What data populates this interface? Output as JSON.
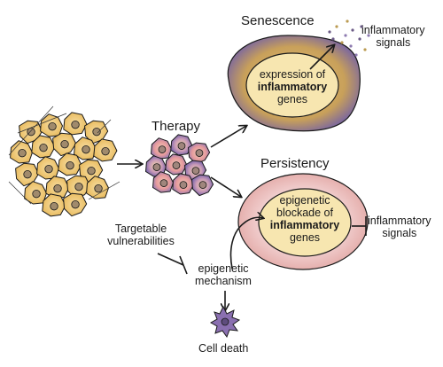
{
  "labels": {
    "therapy": "Therapy",
    "senescence": "Senescence",
    "persistency": "Persistency",
    "senescence_nucleus": [
      "expression of",
      "inflammatory",
      "genes"
    ],
    "persistency_nucleus": [
      "epigenetic",
      "blockade of",
      "inflammatory",
      "genes"
    ],
    "secreted_signals": [
      "inflammatory",
      "signals"
    ],
    "blocked_signals": [
      "inflammatory",
      "signals"
    ],
    "targetable": [
      "Targetable",
      "vulnerabilities"
    ],
    "mechanism": [
      "epigenetic",
      "mechanism"
    ],
    "cell_death": "Cell death"
  },
  "colors": {
    "tumor_cell": "#f3d08a",
    "tumor_nucleus": "#a08a6c",
    "senescent_cytoplasm": "#7d6aa0",
    "senescent_inner": "#c8a05a",
    "nucleus_fill": "#f7e6b0",
    "persister_outer": "#e2a7a4",
    "persister_inner": "#f5dede",
    "treated_pink": "#e8a2a0",
    "treated_purple": "#8a73b3",
    "dead_cell": "#8a6fb0",
    "signal_dots": [
      "#6b5a86",
      "#bb9b52",
      "#8e7bb0"
    ]
  }
}
